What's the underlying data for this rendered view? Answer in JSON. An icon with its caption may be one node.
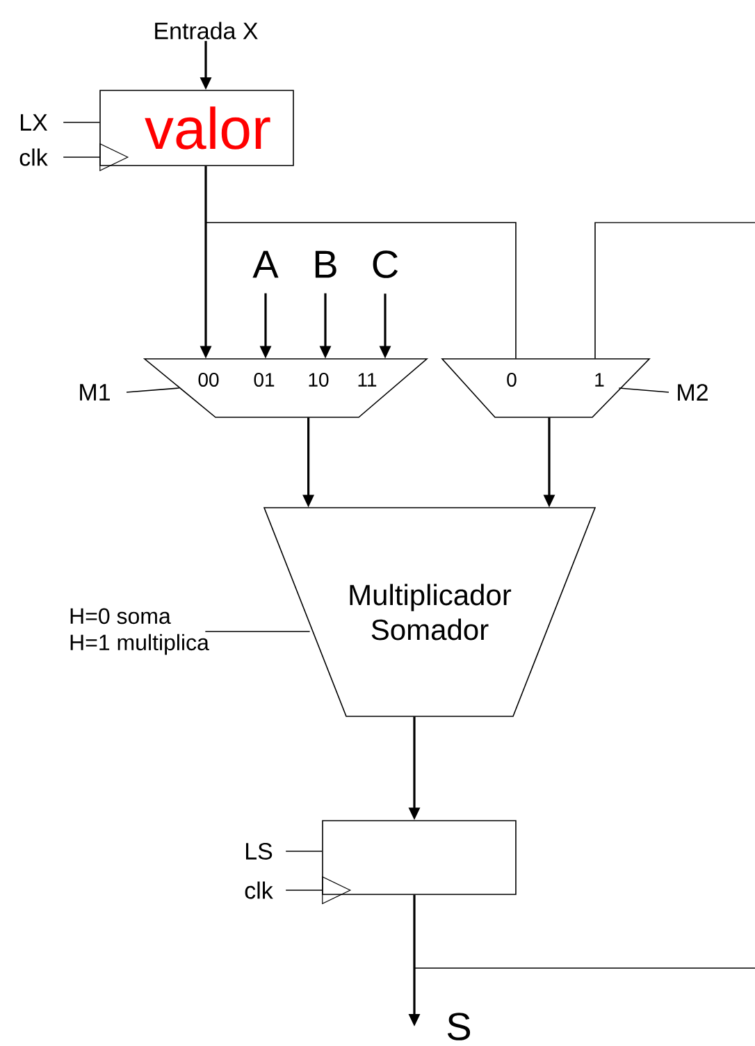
{
  "diagram": {
    "nodes": [
      {
        "text": [
          "Entrada X"
        ]
      },
      {
        "text": [
          "LX"
        ]
      },
      {
        "text": [
          "clk"
        ]
      },
      {
        "text": [
          "valor"
        ]
      },
      {
        "text": [
          "A"
        ]
      },
      {
        "text": [
          "B"
        ]
      },
      {
        "text": [
          "C"
        ]
      },
      {
        "text": [
          "M1"
        ]
      },
      {
        "text": [
          "00",
          "01",
          "10",
          "11"
        ]
      },
      {
        "text": [
          "0",
          "1"
        ]
      },
      {
        "text": [
          "M2"
        ]
      },
      {
        "text": [
          "H=0 soma",
          "H=1 multiplica"
        ]
      },
      {
        "text": [
          "Multiplicador Somador"
        ]
      },
      {
        "text": [
          "LS"
        ]
      },
      {
        "text": [
          "clk"
        ]
      },
      {
        "text": [],
        "shape": "box"
      },
      {
        "text": [
          "S"
        ]
      }
    ],
    "edges": [
      {
        "from": 0,
        "to": 3,
        "arrow": "to"
      },
      {
        "from": 1,
        "to": 3,
        "arrow": "none"
      },
      {
        "from": 2,
        "to": 3,
        "arrow": "to"
      },
      {
        "from": 3,
        "to": 8,
        "arrow": "to"
      },
      {
        "from": 3,
        "to": 9,
        "arrow": "none"
      },
      {
        "from": 4,
        "to": 8,
        "arrow": "to"
      },
      {
        "from": 5,
        "to": 8,
        "arrow": "to"
      },
      {
        "from": 6,
        "to": 8,
        "arrow": "to"
      },
      {
        "from": 7,
        "to": 8,
        "arrow": "none"
      },
      {
        "from": 10,
        "to": 9,
        "arrow": "none"
      },
      {
        "from": 8,
        "to": 12,
        "arrow": "to"
      },
      {
        "from": 9,
        "to": 12,
        "arrow": "to"
      },
      {
        "from": 11,
        "to": 12,
        "arrow": "none"
      },
      {
        "from": 12,
        "to": 15,
        "arrow": "to"
      },
      {
        "from": 13,
        "to": 15,
        "arrow": "none"
      },
      {
        "from": 14,
        "to": 15,
        "arrow": "to"
      },
      {
        "from": 15,
        "to": 16,
        "arrow": "to"
      },
      {
        "from": 15,
        "to": 9,
        "arrow": "none"
      }
    ]
  }
}
